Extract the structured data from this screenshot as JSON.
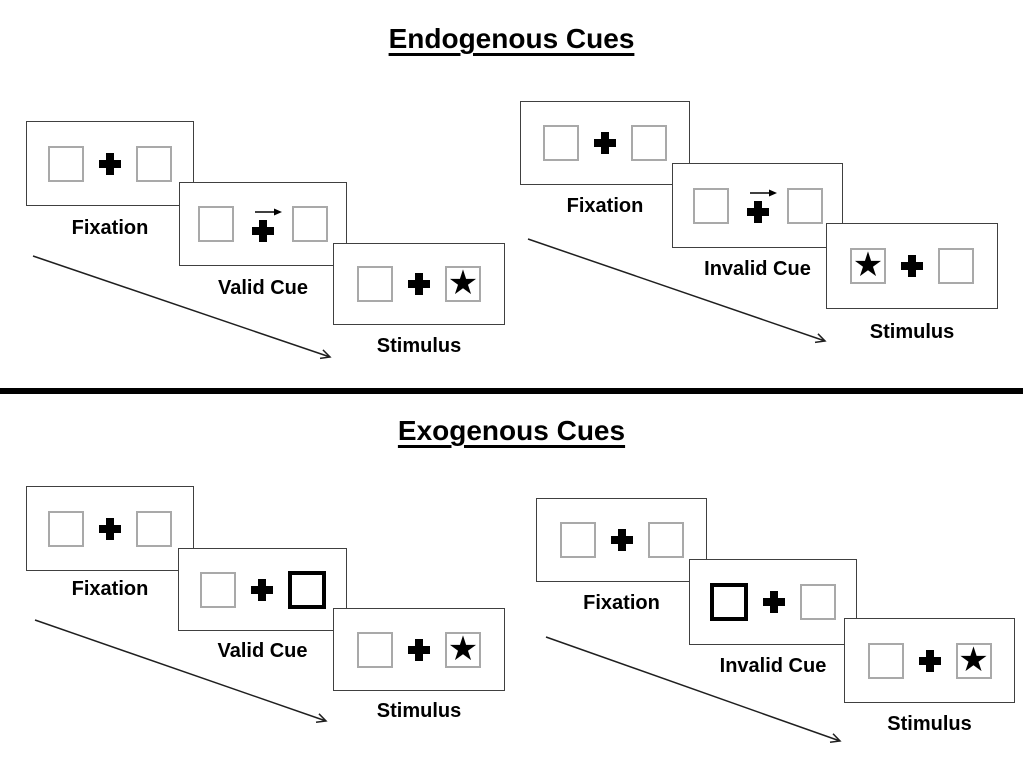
{
  "sections": [
    {
      "title": "Endogenous Cues",
      "sequences": [
        {
          "name": "valid",
          "frames": [
            {
              "label": "Fixation"
            },
            {
              "label": "Valid Cue",
              "cue_icon": "arrow-right"
            },
            {
              "label": "Stimulus",
              "star_side": "right"
            }
          ]
        },
        {
          "name": "invalid",
          "frames": [
            {
              "label": "Fixation"
            },
            {
              "label": "Invalid Cue",
              "cue_icon": "arrow-right"
            },
            {
              "label": "Stimulus",
              "star_side": "left"
            }
          ]
        }
      ]
    },
    {
      "title": "Exogenous Cues",
      "sequences": [
        {
          "name": "valid",
          "frames": [
            {
              "label": "Fixation"
            },
            {
              "label": "Valid Cue",
              "highlight_side": "right"
            },
            {
              "label": "Stimulus",
              "star_side": "right"
            }
          ]
        },
        {
          "name": "invalid",
          "frames": [
            {
              "label": "Fixation"
            },
            {
              "label": "Invalid Cue",
              "highlight_side": "left"
            },
            {
              "label": "Stimulus",
              "star_side": "right"
            }
          ]
        }
      ]
    }
  ],
  "icons": {
    "star": "★",
    "fixation_cross": "✚",
    "cue_arrow": "→"
  },
  "colors": {
    "ink": "#000000",
    "panel_border": "#404040",
    "square_border": "#a9a9a9",
    "background": "#ffffff"
  }
}
